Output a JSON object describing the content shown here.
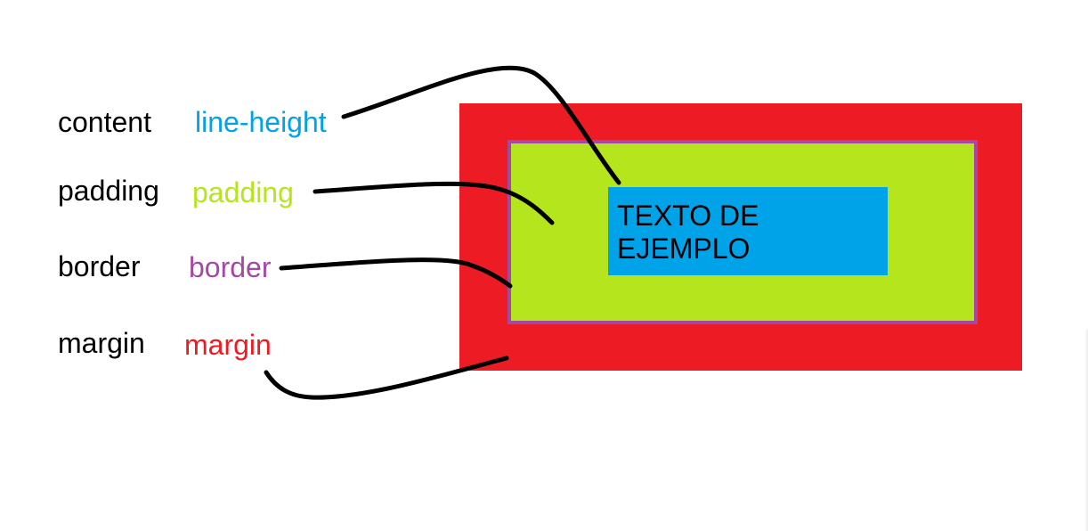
{
  "colors": {
    "content": "#00a2e8",
    "padding": "#b5e61d",
    "border": "#a349a4",
    "margin": "#ed1c24",
    "line": "#000000"
  },
  "legend": [
    {
      "term": "content",
      "property": "line-height"
    },
    {
      "term": "padding",
      "property": "padding"
    },
    {
      "term": "border",
      "property": "border"
    },
    {
      "term": "margin",
      "property": "margin"
    }
  ],
  "diagram": {
    "content_text": "TEXTO DE\nEJEMPLO"
  }
}
